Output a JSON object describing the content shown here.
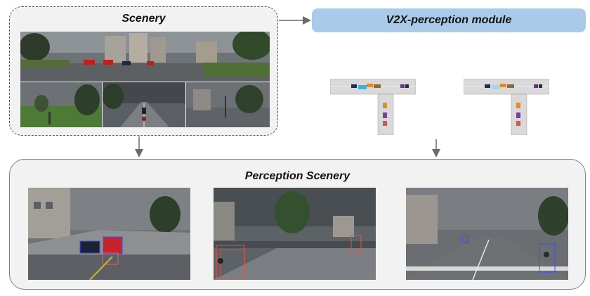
{
  "scenery": {
    "title": "Scenery"
  },
  "module": {
    "title": "V2X-perception module"
  },
  "perception": {
    "title": "Perception Scenery"
  },
  "colors": {
    "module_fill": "#a9cbe9",
    "box_fill": "#f2f2f2",
    "detection_blue": "#3a4cff",
    "detection_red": "#ff4a3a"
  }
}
